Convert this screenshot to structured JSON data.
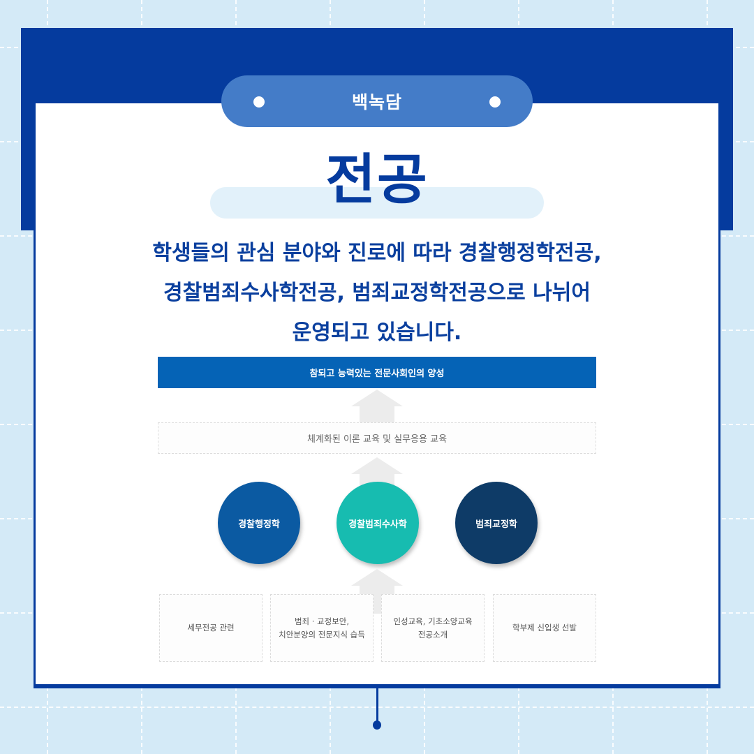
{
  "header": {
    "badge_label": "백녹담",
    "title": "전공"
  },
  "description": {
    "lines": [
      "학생들의 관심 분야와 진로에 따라 경찰행정학전공,",
      "경찰범죄수사학전공, 범죄교정학전공으로 나뉘어",
      "운영되고 있습니다."
    ]
  },
  "diagram": {
    "goal": "참되고 능력있는 전문사회인의 양성",
    "education": "체계화된 이론 교육 및 실무응용 교육",
    "majors": [
      {
        "label": "경찰행정학",
        "color": "#0b5aa2"
      },
      {
        "label": "경찰범죄수사학",
        "color": "#17bcb0"
      },
      {
        "label": "범죄교정학",
        "color": "#0e3b67"
      }
    ],
    "features": [
      "세무전공 관련",
      "범죄 · 교정보안,\n치안분양의 전문지식 습득",
      "인성교육, 기초소양교육\n전공소개",
      "학부제 신입생 선발"
    ]
  },
  "colors": {
    "background": "#d4eaf7",
    "primary": "#053b9e",
    "badge": "#447cc8",
    "highlight": "#e2f1fa",
    "goal_bar": "#0563b6"
  }
}
